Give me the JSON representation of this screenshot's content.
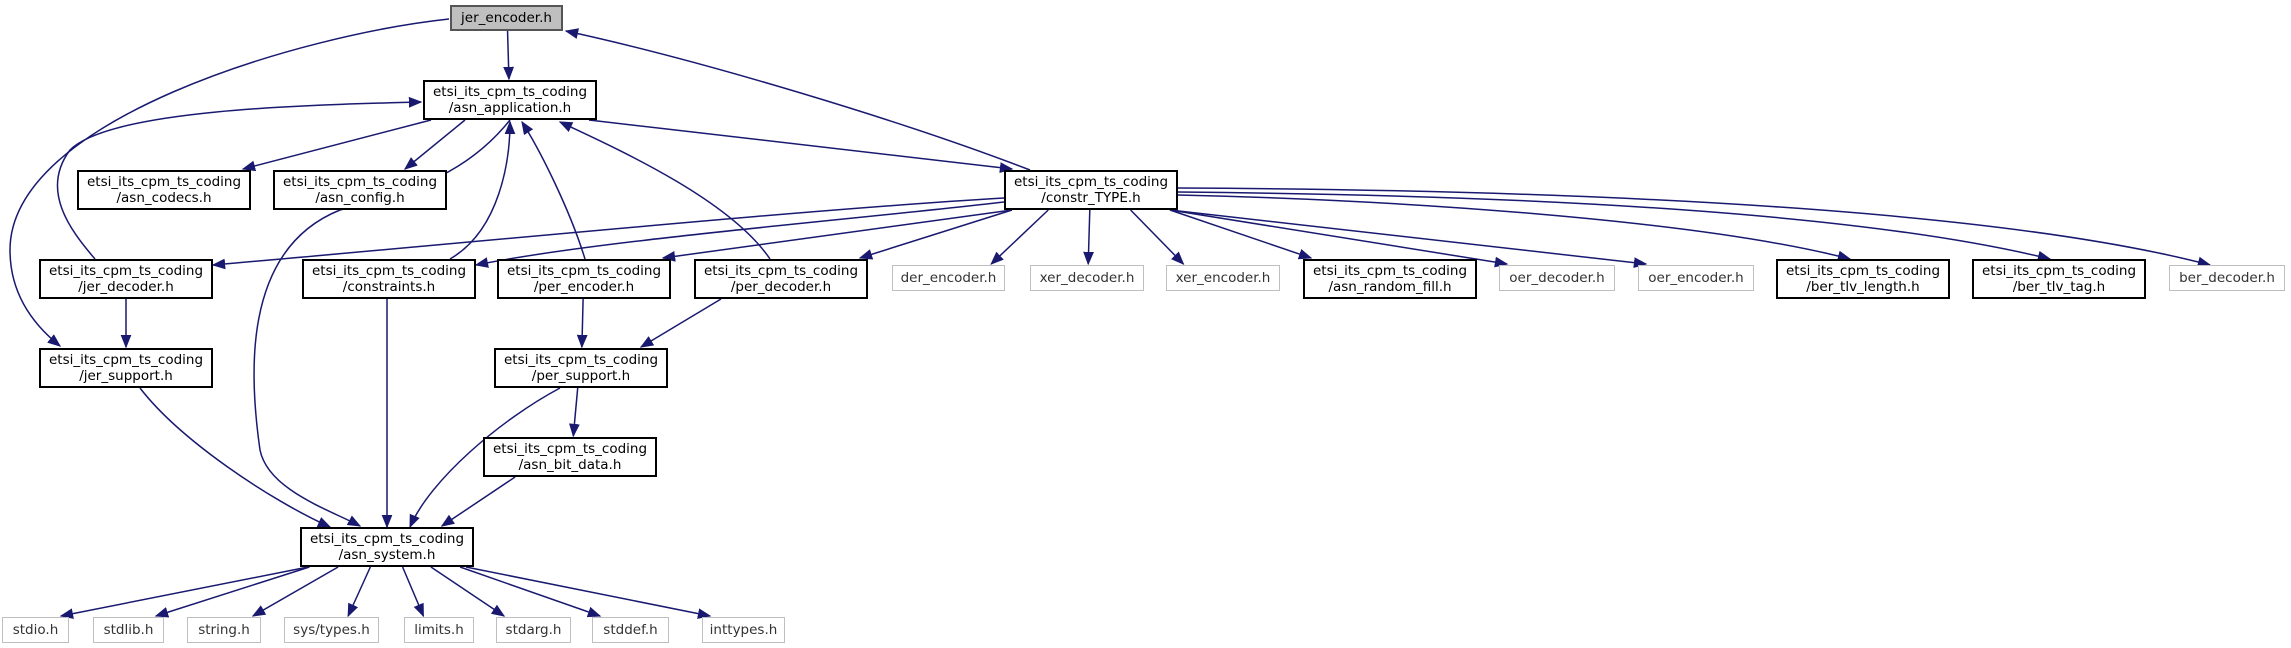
{
  "title": "jer_encoder.h",
  "colors": {
    "edge": "#191970",
    "node_border": "#000000",
    "root_fill": "#bfbfbf",
    "external_border": "#bfbfbf"
  },
  "nodes": [
    {
      "id": "jer_encoder",
      "lines": [
        "jer_encoder.h"
      ],
      "kind": "root"
    },
    {
      "id": "asn_application",
      "lines": [
        "etsi_its_cpm_ts_coding",
        "/asn_application.h"
      ],
      "kind": "internal"
    },
    {
      "id": "asn_codecs",
      "lines": [
        "etsi_its_cpm_ts_coding",
        "/asn_codecs.h"
      ],
      "kind": "internal"
    },
    {
      "id": "asn_config",
      "lines": [
        "etsi_its_cpm_ts_coding",
        "/asn_config.h"
      ],
      "kind": "internal"
    },
    {
      "id": "constr_TYPE",
      "lines": [
        "etsi_its_cpm_ts_coding",
        "/constr_TYPE.h"
      ],
      "kind": "internal"
    },
    {
      "id": "jer_decoder",
      "lines": [
        "etsi_its_cpm_ts_coding",
        "/jer_decoder.h"
      ],
      "kind": "internal"
    },
    {
      "id": "constraints",
      "lines": [
        "etsi_its_cpm_ts_coding",
        "/constraints.h"
      ],
      "kind": "internal"
    },
    {
      "id": "per_encoder",
      "lines": [
        "etsi_its_cpm_ts_coding",
        "/per_encoder.h"
      ],
      "kind": "internal"
    },
    {
      "id": "per_decoder",
      "lines": [
        "etsi_its_cpm_ts_coding",
        "/per_decoder.h"
      ],
      "kind": "internal"
    },
    {
      "id": "der_encoder",
      "lines": [
        "der_encoder.h"
      ],
      "kind": "external"
    },
    {
      "id": "xer_decoder",
      "lines": [
        "xer_decoder.h"
      ],
      "kind": "external"
    },
    {
      "id": "xer_encoder",
      "lines": [
        "xer_encoder.h"
      ],
      "kind": "external"
    },
    {
      "id": "asn_random_fill",
      "lines": [
        "etsi_its_cpm_ts_coding",
        "/asn_random_fill.h"
      ],
      "kind": "internal"
    },
    {
      "id": "oer_decoder",
      "lines": [
        "oer_decoder.h"
      ],
      "kind": "external"
    },
    {
      "id": "oer_encoder",
      "lines": [
        "oer_encoder.h"
      ],
      "kind": "external"
    },
    {
      "id": "ber_tlv_length",
      "lines": [
        "etsi_its_cpm_ts_coding",
        "/ber_tlv_length.h"
      ],
      "kind": "internal"
    },
    {
      "id": "ber_tlv_tag",
      "lines": [
        "etsi_its_cpm_ts_coding",
        "/ber_tlv_tag.h"
      ],
      "kind": "internal"
    },
    {
      "id": "ber_decoder",
      "lines": [
        "ber_decoder.h"
      ],
      "kind": "external"
    },
    {
      "id": "jer_support",
      "lines": [
        "etsi_its_cpm_ts_coding",
        "/jer_support.h"
      ],
      "kind": "internal"
    },
    {
      "id": "per_support",
      "lines": [
        "etsi_its_cpm_ts_coding",
        "/per_support.h"
      ],
      "kind": "internal"
    },
    {
      "id": "asn_bit_data",
      "lines": [
        "etsi_its_cpm_ts_coding",
        "/asn_bit_data.h"
      ],
      "kind": "internal"
    },
    {
      "id": "asn_system",
      "lines": [
        "etsi_its_cpm_ts_coding",
        "/asn_system.h"
      ],
      "kind": "internal"
    },
    {
      "id": "stdio",
      "lines": [
        "stdio.h"
      ],
      "kind": "external"
    },
    {
      "id": "stdlib",
      "lines": [
        "stdlib.h"
      ],
      "kind": "external"
    },
    {
      "id": "string",
      "lines": [
        "string.h"
      ],
      "kind": "external"
    },
    {
      "id": "sys_types",
      "lines": [
        "sys/types.h"
      ],
      "kind": "external"
    },
    {
      "id": "limits",
      "lines": [
        "limits.h"
      ],
      "kind": "external"
    },
    {
      "id": "stdarg",
      "lines": [
        "stdarg.h"
      ],
      "kind": "external"
    },
    {
      "id": "stddef",
      "lines": [
        "stddef.h"
      ],
      "kind": "external"
    },
    {
      "id": "inttypes",
      "lines": [
        "inttypes.h"
      ],
      "kind": "external"
    }
  ],
  "edges": [
    {
      "from": "jer_encoder",
      "to": "asn_application"
    },
    {
      "from": "jer_encoder",
      "to": "jer_support"
    },
    {
      "from": "constr_TYPE",
      "to": "jer_encoder"
    },
    {
      "from": "asn_application",
      "to": "asn_system"
    },
    {
      "from": "asn_application",
      "to": "asn_codecs"
    },
    {
      "from": "asn_application",
      "to": "asn_config"
    },
    {
      "from": "asn_application",
      "to": "constr_TYPE"
    },
    {
      "from": "jer_decoder",
      "to": "asn_application"
    },
    {
      "from": "constraints",
      "to": "asn_application"
    },
    {
      "from": "per_encoder",
      "to": "asn_application"
    },
    {
      "from": "per_decoder",
      "to": "asn_application"
    },
    {
      "from": "constr_TYPE",
      "to": "jer_decoder"
    },
    {
      "from": "constr_TYPE",
      "to": "constraints"
    },
    {
      "from": "constr_TYPE",
      "to": "per_encoder"
    },
    {
      "from": "constr_TYPE",
      "to": "per_decoder"
    },
    {
      "from": "constr_TYPE",
      "to": "der_encoder"
    },
    {
      "from": "constr_TYPE",
      "to": "xer_decoder"
    },
    {
      "from": "constr_TYPE",
      "to": "xer_encoder"
    },
    {
      "from": "constr_TYPE",
      "to": "asn_random_fill"
    },
    {
      "from": "constr_TYPE",
      "to": "oer_decoder"
    },
    {
      "from": "constr_TYPE",
      "to": "oer_encoder"
    },
    {
      "from": "constr_TYPE",
      "to": "ber_tlv_length"
    },
    {
      "from": "constr_TYPE",
      "to": "ber_tlv_tag"
    },
    {
      "from": "constr_TYPE",
      "to": "ber_decoder"
    },
    {
      "from": "jer_decoder",
      "to": "jer_support"
    },
    {
      "from": "jer_support",
      "to": "asn_system"
    },
    {
      "from": "constraints",
      "to": "asn_system"
    },
    {
      "from": "per_encoder",
      "to": "per_support"
    },
    {
      "from": "per_decoder",
      "to": "per_support"
    },
    {
      "from": "per_support",
      "to": "asn_bit_data"
    },
    {
      "from": "per_support",
      "to": "asn_system"
    },
    {
      "from": "asn_bit_data",
      "to": "asn_system"
    },
    {
      "from": "asn_system",
      "to": "stdio"
    },
    {
      "from": "asn_system",
      "to": "stdlib"
    },
    {
      "from": "asn_system",
      "to": "string"
    },
    {
      "from": "asn_system",
      "to": "sys_types"
    },
    {
      "from": "asn_system",
      "to": "limits"
    },
    {
      "from": "asn_system",
      "to": "stdarg"
    },
    {
      "from": "asn_system",
      "to": "stddef"
    },
    {
      "from": "asn_system",
      "to": "inttypes"
    }
  ]
}
